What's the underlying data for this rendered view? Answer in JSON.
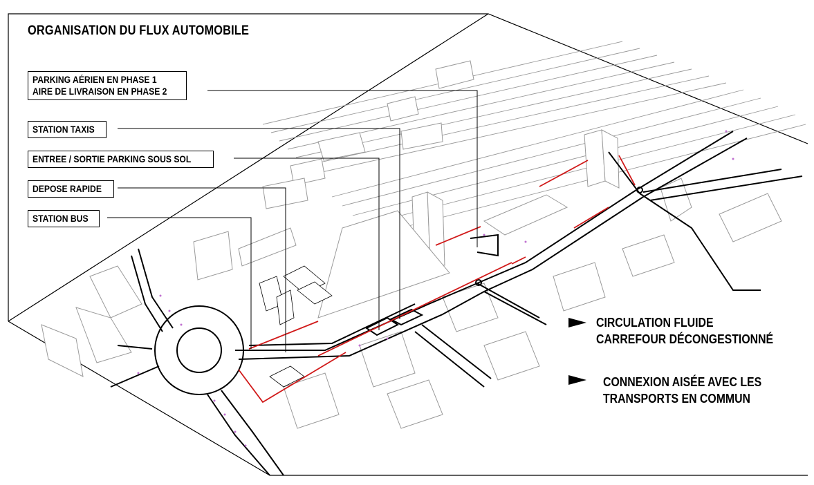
{
  "title": "ORGANISATION DU FLUX AUTOMOBILE",
  "labels": [
    {
      "line1": "PARKING AÉRIEN EN PHASE 1",
      "line2": "AIRE DE LIVRAISON EN PHASE 2"
    },
    {
      "line1": "STATION TAXIS"
    },
    {
      "line1": "ENTREE / SORTIE PARKING SOUS SOL"
    },
    {
      "line1": "DEPOSE RAPIDE"
    },
    {
      "line1": "STATION BUS"
    }
  ],
  "legend": [
    {
      "line1": "CIRCULATION FLUIDE",
      "line2": "CARREFOUR DÉCONGESTIONNÉ"
    },
    {
      "line1": "CONNEXION AISÉE AVEC LES",
      "line2": "TRANSPORTS EN COMMUN"
    }
  ],
  "colors": {
    "ink": "#000000",
    "building": "#9a9a9a",
    "highlight": "#d11a1a",
    "dots": "#c070d0"
  }
}
